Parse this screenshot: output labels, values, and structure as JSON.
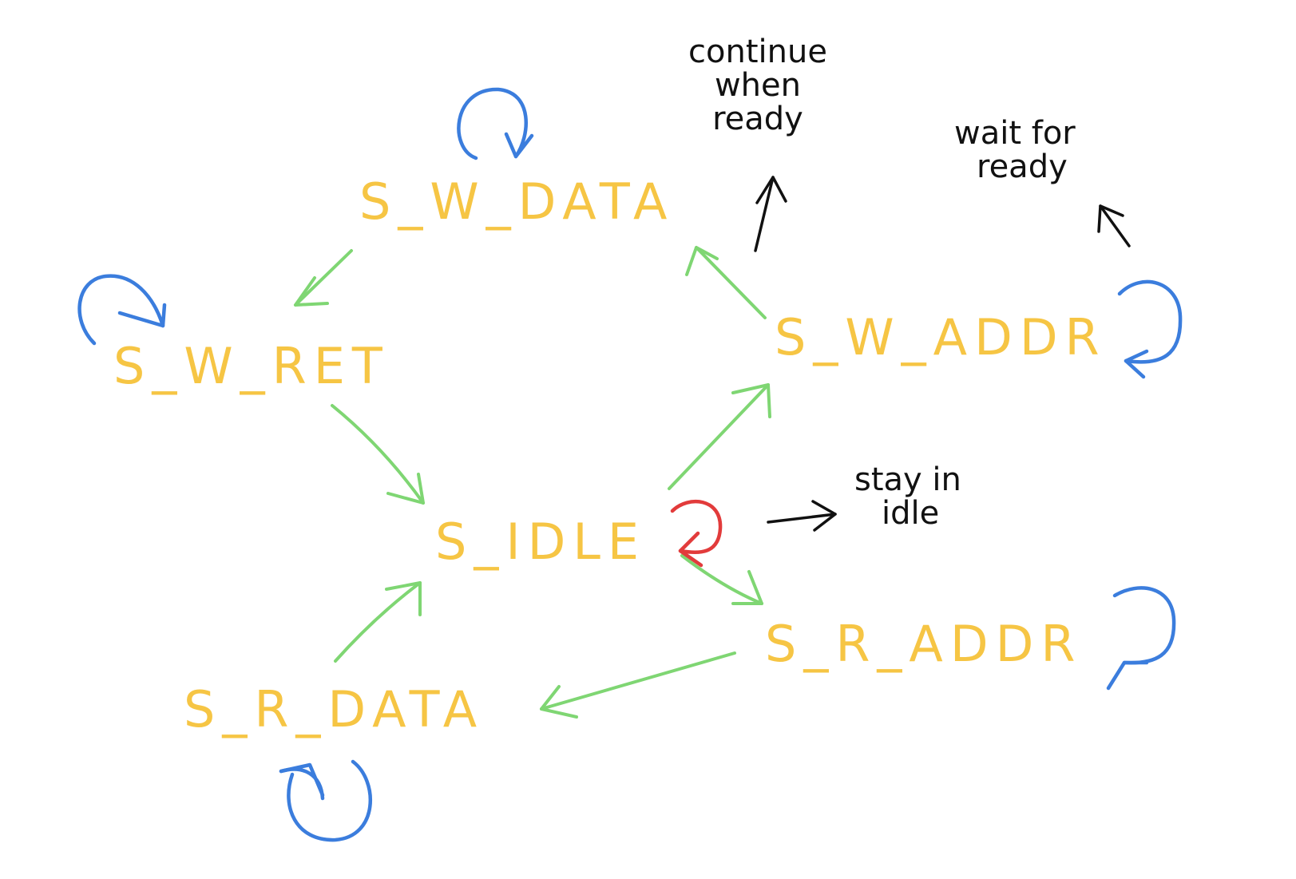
{
  "colors": {
    "state": "#f6c544",
    "transition": "#7fd673",
    "self_loop": "#3b7ddd",
    "idle_loop": "#e23b3b",
    "annotation": "#111111"
  },
  "states": {
    "s_w_data": "S_W_DATA",
    "s_w_ret": "S_W_RET",
    "s_w_addr": "S_W_ADDR",
    "s_idle": "S_IDLE",
    "s_r_addr": "S_R_ADDR",
    "s_r_data": "S_R_DATA"
  },
  "annotations": {
    "continue_line1": "continue",
    "continue_line2": "when",
    "continue_line3": "ready",
    "wait_line1": "wait for",
    "wait_line2": "ready",
    "stay_line1": "stay in",
    "stay_line2": "idle"
  }
}
